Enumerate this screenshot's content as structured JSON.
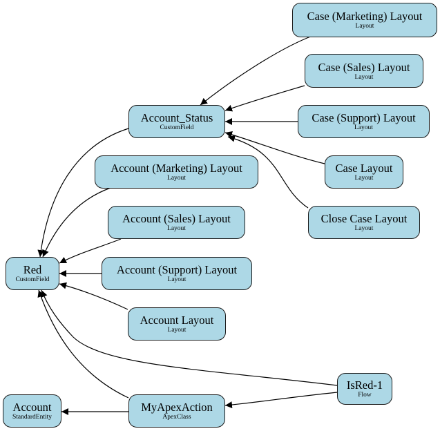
{
  "colors": {
    "node_fill": "#add8e6",
    "node_border": "#1a1a1a",
    "edge": "#000000",
    "background": "#ffffff"
  },
  "nodes": {
    "case_marketing_layout": {
      "name": "Case (Marketing) Layout",
      "type": "Layout"
    },
    "case_sales_layout": {
      "name": "Case (Sales) Layout",
      "type": "Layout"
    },
    "account_status": {
      "name": "Account_Status",
      "type": "CustomField"
    },
    "case_support_layout": {
      "name": "Case (Support) Layout",
      "type": "Layout"
    },
    "account_marketing_layout": {
      "name": "Account (Marketing) Layout",
      "type": "Layout"
    },
    "case_layout": {
      "name": "Case Layout",
      "type": "Layout"
    },
    "account_sales_layout": {
      "name": "Account (Sales) Layout",
      "type": "Layout"
    },
    "close_case_layout": {
      "name": "Close Case Layout",
      "type": "Layout"
    },
    "red": {
      "name": "Red",
      "type": "CustomField"
    },
    "account_support_layout": {
      "name": "Account (Support) Layout",
      "type": "Layout"
    },
    "account_layout": {
      "name": "Account Layout",
      "type": "Layout"
    },
    "isred_1": {
      "name": "IsRed-1",
      "type": "Flow"
    },
    "account": {
      "name": "Account",
      "type": "StandardEntity"
    },
    "myapexaction": {
      "name": "MyApexAction",
      "type": "ApexClass"
    }
  },
  "edges": [
    {
      "from": "case_marketing_layout",
      "to": "account_status"
    },
    {
      "from": "case_sales_layout",
      "to": "account_status"
    },
    {
      "from": "case_support_layout",
      "to": "account_status"
    },
    {
      "from": "case_layout",
      "to": "account_status"
    },
    {
      "from": "close_case_layout",
      "to": "account_status"
    },
    {
      "from": "account_status",
      "to": "red"
    },
    {
      "from": "account_marketing_layout",
      "to": "red"
    },
    {
      "from": "account_sales_layout",
      "to": "red"
    },
    {
      "from": "account_support_layout",
      "to": "red"
    },
    {
      "from": "account_layout",
      "to": "red"
    },
    {
      "from": "isred_1",
      "to": "red"
    },
    {
      "from": "myapexaction",
      "to": "red"
    },
    {
      "from": "isred_1",
      "to": "myapexaction"
    },
    {
      "from": "myapexaction",
      "to": "account"
    }
  ]
}
